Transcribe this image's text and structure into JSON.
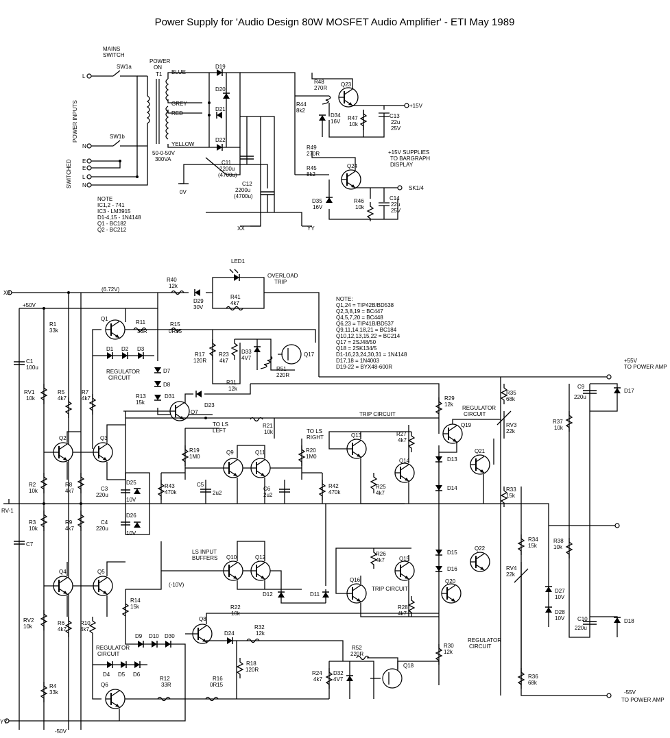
{
  "title": "Power Supply for 'Audio Design 80W MOSFET Audio Amplifier' - ETI May 1989",
  "psu": {
    "mains_switch": [
      "MAINS",
      "SWITCH"
    ],
    "power_on": [
      "POWER",
      "ON"
    ],
    "sw1a": "SW1a",
    "sw1b": "SW1b",
    "t1": "T1",
    "power_inputs": "POWER INPUTS",
    "switched": "SWITCHED",
    "l": "L",
    "n": "N",
    "e": "E",
    "e2": "E",
    "l2": "L",
    "n2": "N",
    "blue": "BLUE",
    "grey": "GREY",
    "red": "RED",
    "yellow": "YELLOW",
    "transformer_rating": [
      "50-0-50V",
      "300VA"
    ],
    "zero_v": "0V",
    "d19": "D19",
    "d20": "D20",
    "d21": "D21",
    "d22": "D22",
    "c11": [
      "C11",
      "2200u",
      "(4700u)"
    ],
    "c12": [
      "C12",
      "2200u",
      "(4700u)"
    ],
    "xx": "XX",
    "yy": "YY",
    "r48": [
      "R48",
      "270R"
    ],
    "r44": [
      "R44",
      "8k2"
    ],
    "d34": [
      "D34",
      "16V"
    ],
    "r47": [
      "R47",
      "10k"
    ],
    "q23": "Q23",
    "c13": [
      "C13",
      "22u",
      "25V"
    ],
    "plus15v": "+15V",
    "supplies_note": [
      "+15V SUPPLIES",
      "TO BARGRAPH",
      "DISPLAY"
    ],
    "r49": [
      "R49",
      "270R"
    ],
    "r45": [
      "R45",
      "8k2"
    ],
    "q24": "Q24",
    "sk14": "SK1/4",
    "d35": [
      "D35",
      "16V"
    ],
    "r46": [
      "R46",
      "10k"
    ],
    "c14": [
      "C14",
      "22u",
      "25V"
    ],
    "note": [
      "NOTE",
      "IC1,2 - 741",
      "IC3 - LM3915",
      "D1-4,15 - 1N4148",
      "Q1 - BC182",
      "Q2 - BC212"
    ]
  },
  "amp": {
    "xx": "XX",
    "yy": "YY",
    "v72": "(6.72V)",
    "plus50v": "+50V",
    "minus50v": "-50V",
    "led1": "LED1",
    "overload_trip": [
      "OVERLOAD",
      "TRIP"
    ],
    "r40": [
      "R40",
      "12k"
    ],
    "d29": [
      "D29",
      "30V"
    ],
    "r41": [
      "R41",
      "4k7"
    ],
    "r1": [
      "R1",
      "33k"
    ],
    "q1": "Q1",
    "r11": [
      "R11",
      "33R"
    ],
    "r15": [
      "R15",
      "0R15"
    ],
    "d1": "D1",
    "d2": "D2",
    "d3": "D3",
    "regulator_circuit_1": [
      "REGULATOR",
      "CIRCUIT"
    ],
    "c1": [
      "C1",
      "100u"
    ],
    "rv1": [
      "RV1",
      "10k"
    ],
    "r5": [
      "R5",
      "4k7"
    ],
    "r7": [
      "R7",
      "4k7"
    ],
    "d7": "D7",
    "d8": "D8",
    "r13": [
      "R13",
      "15k"
    ],
    "d31": "D31",
    "d23": "D23",
    "q7": "Q7",
    "r17": [
      "R17",
      "120R"
    ],
    "r23": [
      "R23",
      "4k7"
    ],
    "d33": [
      "D33",
      "4V7"
    ],
    "r51": [
      "R51",
      "220R"
    ],
    "q17": "Q17",
    "r31": [
      "R31",
      "12k"
    ],
    "amp_note": [
      "NOTE:",
      "Q1,24 = TIP42B/BD538",
      "Q2,3,8,19 = BC447",
      "Q4,5,7,20 = BC448",
      "Q6,23 = TIP41B/BD537",
      "Q9,11,14,18,21 = BC184",
      "Q10,12,13,15,22 = BC214",
      "Q17 = 2SJ48/50",
      "Q18 = 2SK134/5",
      "D1-16,23,24,30,31 = 1N4148",
      "D17,18 = 1N4003",
      "D19-22 = BYX48-600R"
    ],
    "plus55v": [
      "+55V",
      "TO POWER AMP"
    ],
    "minus55v": [
      "-55V",
      "TO POWER AMP"
    ],
    "c9": [
      "C9",
      "220u"
    ],
    "d17": "D17",
    "r35": [
      "R35",
      "68k"
    ],
    "r37": [
      "R37",
      "10k"
    ],
    "rv3": [
      "RV3",
      "22k"
    ],
    "r29": [
      "R29",
      "12k"
    ],
    "regulator_circuit_2": [
      "REGULATOR",
      "CIRCUIT"
    ],
    "trip_circuit_1": "TRIP CIRCUIT",
    "r21": [
      "R21",
      "10k"
    ],
    "to_ls_left": [
      "TO LS",
      "LEFT"
    ],
    "to_ls_right": [
      "TO LS",
      "RIGHT"
    ],
    "q2": "Q2",
    "q3": "Q3",
    "r19": [
      "R19",
      "1M0"
    ],
    "r20": [
      "R20",
      "1M0"
    ],
    "q9": "Q9",
    "q11": "Q11",
    "q13": "Q13",
    "q14": "Q14",
    "r27": [
      "R27",
      "4k7"
    ],
    "q19": "Q19",
    "d13": "D13",
    "d14": "D14",
    "q21": "Q21",
    "r2": [
      "R2",
      "10k"
    ],
    "r8": [
      "R8",
      "4k7"
    ],
    "d25": [
      "D25",
      "10V"
    ],
    "c3": [
      "C3",
      "220u"
    ],
    "r43": [
      "R43",
      "470k"
    ],
    "c5": [
      "C5",
      "2u2"
    ],
    "c6": [
      "C6",
      "2u2"
    ],
    "r42": [
      "R42",
      "470k"
    ],
    "r25": [
      "R25",
      "4k7"
    ],
    "r33": [
      "R33",
      "15k"
    ],
    "rv": "RV-1",
    "r3": [
      "R3",
      "10k"
    ],
    "r9": [
      "R9",
      "4k7"
    ],
    "c4": [
      "C4",
      "220u"
    ],
    "d26": [
      "D26",
      "10V"
    ],
    "c7": "C7",
    "r38": [
      "R38",
      "10k"
    ],
    "ls_input_buffers": [
      "LS INPUT",
      "BUFFERS"
    ],
    "q10": "Q10",
    "q12": "Q12",
    "r26": [
      "R26",
      "4k7"
    ],
    "q15": "Q15",
    "d15": "D15",
    "d16": "D16",
    "q22": "Q22",
    "r34": [
      "R34",
      "15k"
    ],
    "rv4": [
      "RV4",
      "22k"
    ],
    "d27": [
      "D27",
      "10V"
    ],
    "d28": [
      "D28",
      "10V"
    ],
    "q4": "Q4",
    "q5": "Q5",
    "minus10v": "(-10V)",
    "d12": "D12",
    "d11": "D11",
    "q16": "Q16",
    "trip_circuit_2": "TRIP CIRCUIT",
    "q20": "Q20",
    "r28": [
      "R28",
      "4k7"
    ],
    "rv2": [
      "RV2",
      "10k"
    ],
    "r6": [
      "R6",
      "4k7"
    ],
    "r10": [
      "R10",
      "4k7"
    ],
    "r14": [
      "R14",
      "15k"
    ],
    "r22": [
      "R22",
      "10k"
    ],
    "q8": "Q8",
    "d9": "D9",
    "d10": "D10",
    "d30": "D30",
    "d24": "D24",
    "r32": [
      "R32",
      "12k"
    ],
    "c10": [
      "C10",
      "220u"
    ],
    "d18": "D18",
    "regulator_circuit_3": [
      "REGULATOR",
      "CIRCUIT"
    ],
    "regulator_circuit_4": [
      "REGULATOR",
      "CIRCUIT"
    ],
    "d4": "D4",
    "d5": "D5",
    "d6": "D6",
    "r30": [
      "R30",
      "12k"
    ],
    "r52": [
      "R52",
      "220R"
    ],
    "r18": [
      "R18",
      "120R"
    ],
    "r24": [
      "R24",
      "4k7"
    ],
    "d32": [
      "D32",
      "4V7"
    ],
    "q18": "Q18",
    "r36": [
      "R36",
      "68k"
    ],
    "q6": "Q6",
    "r12": [
      "R12",
      "33R"
    ],
    "r16": [
      "R16",
      "0R15"
    ],
    "r4": [
      "R4",
      "33k"
    ]
  }
}
